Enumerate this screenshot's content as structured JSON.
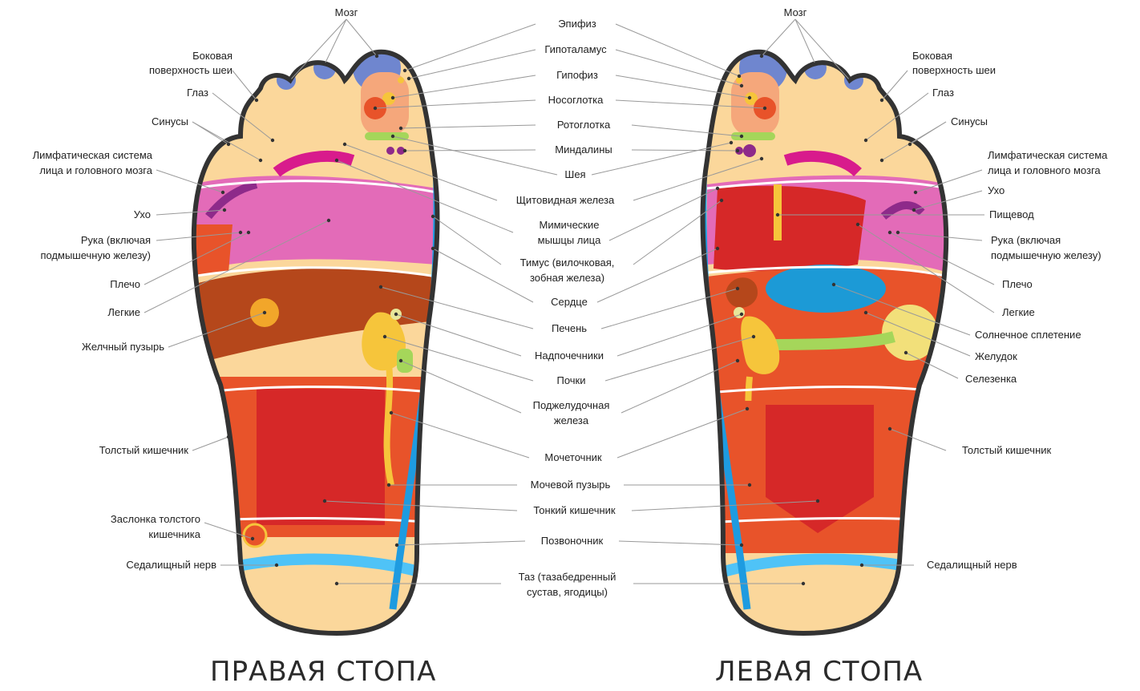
{
  "titles": {
    "right_foot": "ПРАВАЯ СТОПА",
    "left_foot": "ЛЕВАЯ СТОПА"
  },
  "center_labels": {
    "epiphysis": "Эпифиз",
    "hypothalamus": "Гипоталамус",
    "pituitary": "Гипофиз",
    "nasopharynx": "Носоглотка",
    "oropharynx": "Ротоглотка",
    "tonsils": "Миндалины",
    "neck": "Шея",
    "thyroid": "Щитовидная железа",
    "facial_muscles_1": "Мимические",
    "facial_muscles_2": "мышцы лица",
    "thymus_1": "Тимус (вилочковая,",
    "thymus_2": "зобная железа)",
    "heart": "Сердце",
    "liver": "Печень",
    "adrenals": "Надпочечники",
    "kidneys": "Почки",
    "pancreas_1": "Поджелудочная",
    "pancreas_2": "железа",
    "ureter": "Мочеточник",
    "bladder": "Мочевой пузырь",
    "small_intestine": "Тонкий кишечник",
    "spine": "Позвоночник",
    "pelvis_1": "Таз (тазабедренный",
    "pelvis_2": "сустав, ягодицы)"
  },
  "right_foot_labels": {
    "brain": "Мозг",
    "neck_side_1": "Боковая",
    "neck_side_2": "поверхность шеи",
    "eye": "Глаз",
    "sinuses": "Синусы",
    "lymph_1": "Лимфатическая система",
    "lymph_2": "лица и головного мозга",
    "ear": "Ухо",
    "arm_1": "Рука (включая",
    "arm_2": "подмышечную железу)",
    "shoulder": "Плечо",
    "lungs": "Легкие",
    "gallbladder": "Желчный пузырь",
    "large_intestine": "Толстый кишечник",
    "valve_1": "Заслонка толстого",
    "valve_2": "кишечника",
    "sciatic": "Седалищный нерв"
  },
  "left_foot_labels": {
    "brain": "Мозг",
    "neck_side_1": "Боковая",
    "neck_side_2": "поверхность шеи",
    "eye": "Глаз",
    "sinuses": "Синусы",
    "lymph_1": "Лимфатическая система",
    "lymph_2": "лица и головного мозга",
    "ear": "Ухо",
    "esophagus": "Пищевод",
    "arm_1": "Рука (включая",
    "arm_2": "подмышечную железу)",
    "shoulder": "Плечо",
    "lungs": "Легкие",
    "solar_plexus": "Солнечное сплетение",
    "stomach": "Желудок",
    "spleen": "Селезенка",
    "large_intestine": "Толстый кишечник",
    "sciatic": "Седалищный нерв"
  },
  "colors": {
    "outline": "#333333",
    "spine_blue": "#1e9be0",
    "toe_tip_blue": "#6f86cf",
    "magenta": "#d81b8c",
    "pink": "#e36bb8",
    "dark_brown": "#b5471b",
    "red": "#d62828",
    "orange_red": "#e8532a",
    "yellow": "#f6c53b",
    "peach": "#fbd79b",
    "light_green": "#a5d65a",
    "purple": "#8e2a8a",
    "blue_stomach": "#1c9ad6",
    "light_yellow": "#f2e07a"
  }
}
